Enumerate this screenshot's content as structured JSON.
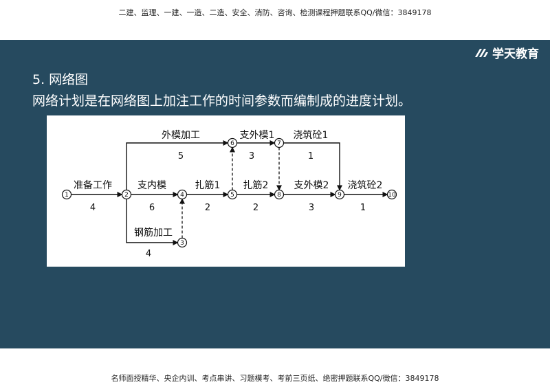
{
  "header": {
    "promo": "二建、监理、一建、一造、二造、安全、消防、咨询、检测课程押题联系QQ/微信：3849178"
  },
  "footer": {
    "promo": "名师面授精华、央企内训、考点串讲、习题模考、考前三页纸、绝密押题联系QQ/微信：3849178"
  },
  "brand": {
    "name": "学天教育"
  },
  "slide": {
    "heading": "5. 网络图",
    "description": "网络计划是在网络图上加注工作的时间参数而编制成的进度计划。"
  },
  "network": {
    "nodes": [
      "1",
      "2",
      "3",
      "4",
      "5",
      "6",
      "7",
      "8",
      "9",
      "10"
    ],
    "activities": [
      {
        "from": "1",
        "to": "2",
        "name": "准备工作",
        "duration": "4"
      },
      {
        "from": "2",
        "to": "6",
        "name": "外模加工",
        "duration": "5"
      },
      {
        "from": "2",
        "to": "4",
        "name": "支内模",
        "duration": "6"
      },
      {
        "from": "2",
        "to": "3",
        "name": "钢筋加工",
        "duration": "4"
      },
      {
        "from": "4",
        "to": "5",
        "name": "扎筋1",
        "duration": "2"
      },
      {
        "from": "6",
        "to": "7",
        "name": "支外模1",
        "duration": "3"
      },
      {
        "from": "7",
        "to": "9",
        "name": "浇筑砼1",
        "duration": "1"
      },
      {
        "from": "5",
        "to": "8",
        "name": "扎筋2",
        "duration": "2"
      },
      {
        "from": "8",
        "to": "9",
        "name": "支外模2",
        "duration": "3"
      },
      {
        "from": "9",
        "to": "10",
        "name": "浇筑砼2",
        "duration": "1"
      }
    ],
    "dummies": [
      {
        "from": "3",
        "to": "4"
      },
      {
        "from": "5",
        "to": "6"
      },
      {
        "from": "7",
        "to": "8"
      }
    ]
  }
}
